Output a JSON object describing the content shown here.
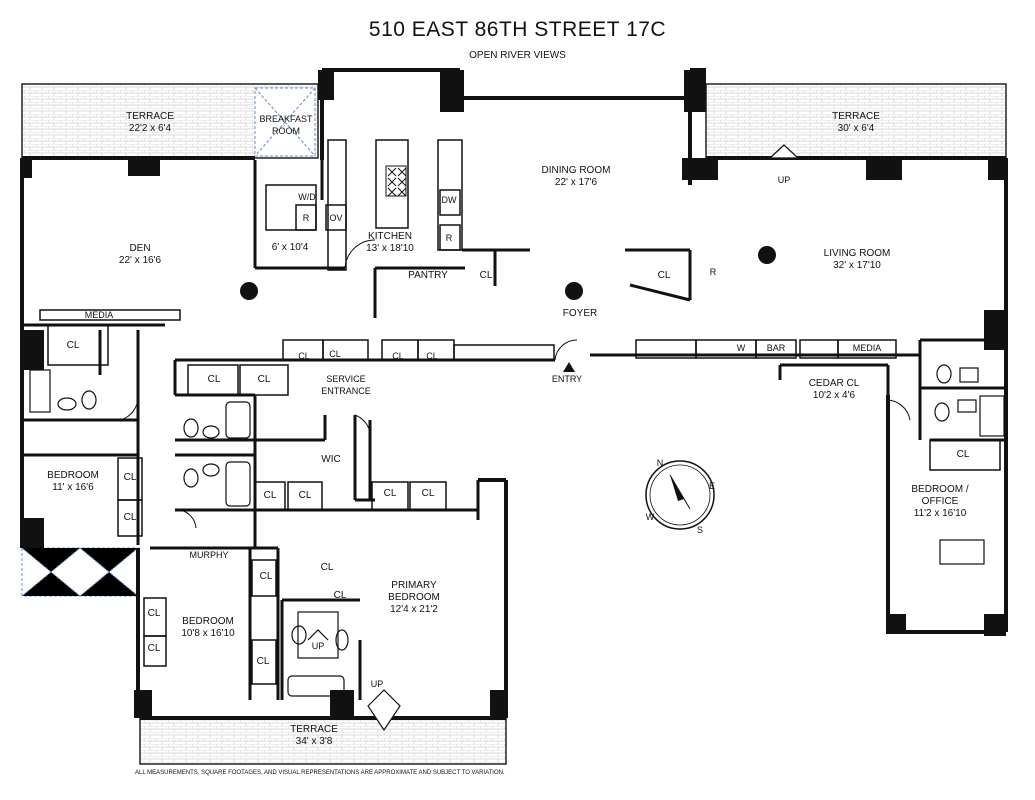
{
  "title": "510 EAST 86TH STREET 17C",
  "subtitle": "OPEN RIVER VIEWS",
  "disclaimer": "ALL MEASUREMENTS, SQUARE FOOTAGES, AND VISUAL REPRESENTATIONS ARE APPROXIMATE AND SUBJECT TO VARIATION.",
  "rooms": {
    "terrace_west": {
      "name": "TERRACE",
      "dims": "22'2 x 6'4"
    },
    "breakfast_room": {
      "name": "BREAKFAST",
      "name2": "ROOM"
    },
    "terrace_east": {
      "name": "TERRACE",
      "dims": "30' x 6'4"
    },
    "dining_room": {
      "name": "DINING ROOM",
      "dims": "22' x 17'6"
    },
    "den": {
      "name": "DEN",
      "dims": "22' x 16'6"
    },
    "kitchen": {
      "name": "KITCHEN",
      "dims": "13' x 18'10"
    },
    "laundry": {
      "dims": "6' x 10'4"
    },
    "living_room": {
      "name": "LIVING ROOM",
      "dims": "32' x 17'10"
    },
    "foyer": {
      "name": "FOYER"
    },
    "cedar_closet": {
      "name": "CEDAR CL",
      "dims": "10'2 x 4'6"
    },
    "bedroom_west": {
      "name": "BEDROOM",
      "dims": "11' x 16'6"
    },
    "bedroom_office": {
      "name": "BEDROOM /",
      "name2": "OFFICE",
      "dims": "11'2 x 16'10"
    },
    "bedroom_south": {
      "name": "BEDROOM",
      "dims": "10'8 x 16'10"
    },
    "primary_bedroom": {
      "name": "PRIMARY",
      "name2": "BEDROOM",
      "dims": "12'4 x 21'2"
    },
    "terrace_south": {
      "name": "TERRACE",
      "dims": "34' x 3'8"
    }
  },
  "labels": {
    "pantry": "PANTRY",
    "cl": "CL",
    "media": "MEDIA",
    "bar": "BAR",
    "w": "W",
    "wd": "W/D",
    "r": "R",
    "ov": "OV",
    "dw": "DW",
    "up": "UP",
    "service": "SERVICE",
    "entrance": "ENTRANCE",
    "entry": "ENTRY",
    "wic": "WIC",
    "murphy": "MURPHY"
  },
  "compass": {
    "n": "N",
    "e": "E",
    "s": "S",
    "w": "W"
  },
  "colors": {
    "wall": "#111111",
    "terrace": "#d8d8d8",
    "glass": "#6a8fc8"
  }
}
